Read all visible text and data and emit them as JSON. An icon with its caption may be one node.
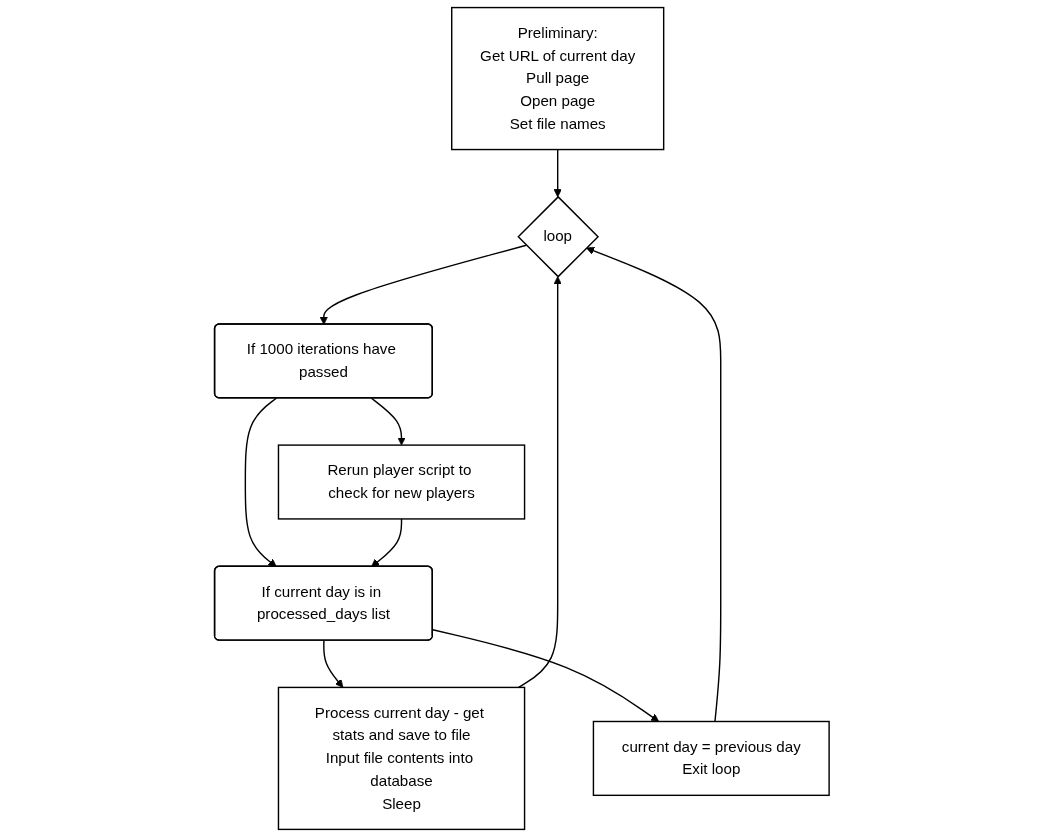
{
  "diagram": {
    "nodes": [
      {
        "text": [
          "Preliminary:",
          "Get URL of current day",
          "Pull page",
          "Open page",
          "Set file names"
        ]
      },
      {
        "text": [
          "loop"
        ]
      },
      {
        "text": [
          "If 1000 iterations have passed"
        ]
      },
      {
        "text": [
          "Rerun player script to check for new players"
        ]
      },
      {
        "text": [
          "If current day is in processed_days list"
        ]
      },
      {
        "text": [
          "current day = previous day",
          "Exit loop"
        ]
      },
      {
        "text": [
          "Process current day - get stats and save to file",
          "Input file contents into database",
          "Sleep"
        ]
      }
    ],
    "edges": [
      {
        "from": 0,
        "to": 1,
        "arrow": "to"
      },
      {
        "from": 1,
        "to": 2,
        "arrow": "to"
      },
      {
        "from": 2,
        "to": 4,
        "arrow": "to"
      },
      {
        "from": 2,
        "to": 3,
        "arrow": "to"
      },
      {
        "from": 3,
        "to": 4,
        "arrow": "to"
      },
      {
        "from": 4,
        "to": 6,
        "arrow": "to"
      },
      {
        "from": 4,
        "to": 5,
        "arrow": "to"
      },
      {
        "from": 5,
        "to": 1,
        "arrow": "to"
      },
      {
        "from": 6,
        "to": 1,
        "arrow": "to"
      }
    ]
  }
}
